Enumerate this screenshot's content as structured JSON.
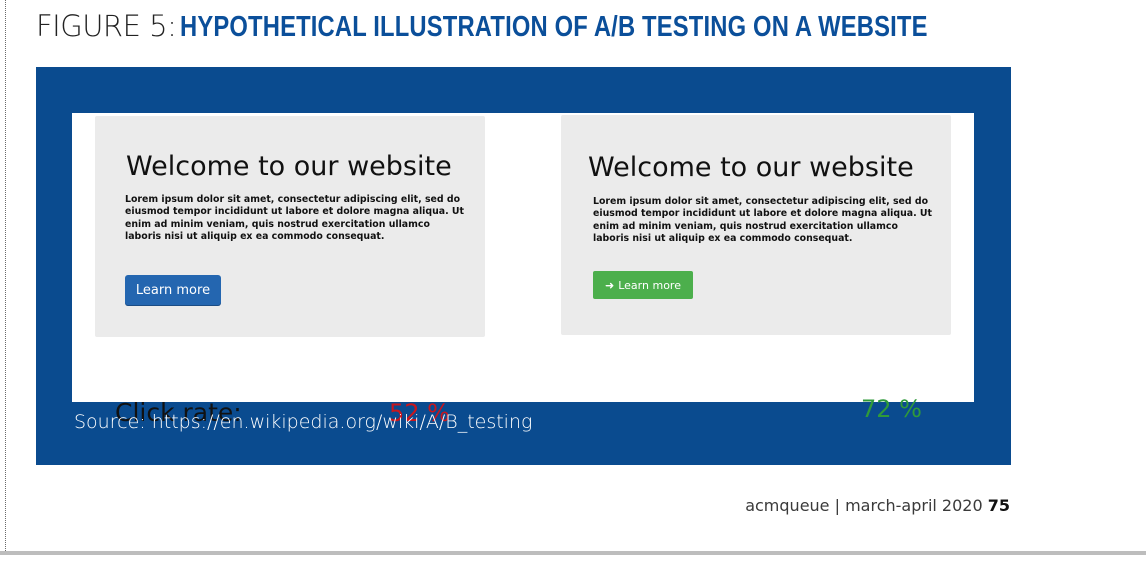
{
  "figure": {
    "label": "FIGURE 5:",
    "title": "HYPOTHETICAL ILLUSTRATION OF A/B TESTING ON A WEBSITE",
    "source": "Source: https://en.wikipedia.org/wiki/A/B_testing"
  },
  "variants": [
    {
      "heading": "Welcome to our website",
      "body": "Lorem ipsum dolor sit amet, consectetur adipiscing elit, sed do eiusmod tempor incididunt ut labore et dolore magna aliqua. Ut enim ad minim veniam, quis nostrud exercitation ullamco laboris nisi ut aliquip ex ea commodo consequat.",
      "button_label": "Learn more",
      "button_color": "#2466b0",
      "click_rate": "52 %",
      "rate_color": "#c8161d"
    },
    {
      "heading": "Welcome to our website",
      "body": "Lorem ipsum dolor sit amet, consectetur adipiscing elit, sed do eiusmod tempor incididunt ut labore et dolore magna aliqua. Ut enim ad minim veniam, quis nostrud exercitation ullamco laboris nisi ut aliquip ex ea commodo consequat.",
      "button_label": "Learn more",
      "button_icon": "arrow-right-icon",
      "button_color": "#4caf4c",
      "click_rate": "72 %",
      "rate_color": "#2f9a3a"
    }
  ],
  "click_rate_label": "Click rate:",
  "footer": {
    "publication": "acmqueue | march-april 2020",
    "page_number": "75"
  },
  "colors": {
    "panel": "#0a4b8f",
    "title_accent": "#0b4f9a"
  }
}
